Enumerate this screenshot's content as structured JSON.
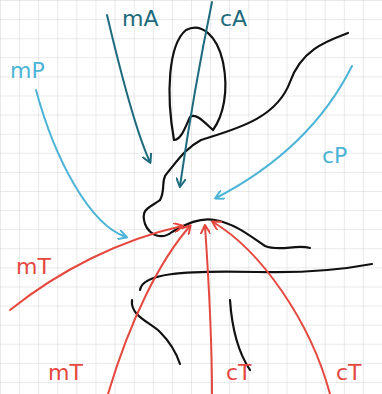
{
  "diagram": {
    "labels": [
      "mA",
      "cA",
      "mP",
      "cP",
      "mT",
      "mT",
      "cT",
      "cT"
    ]
  }
}
